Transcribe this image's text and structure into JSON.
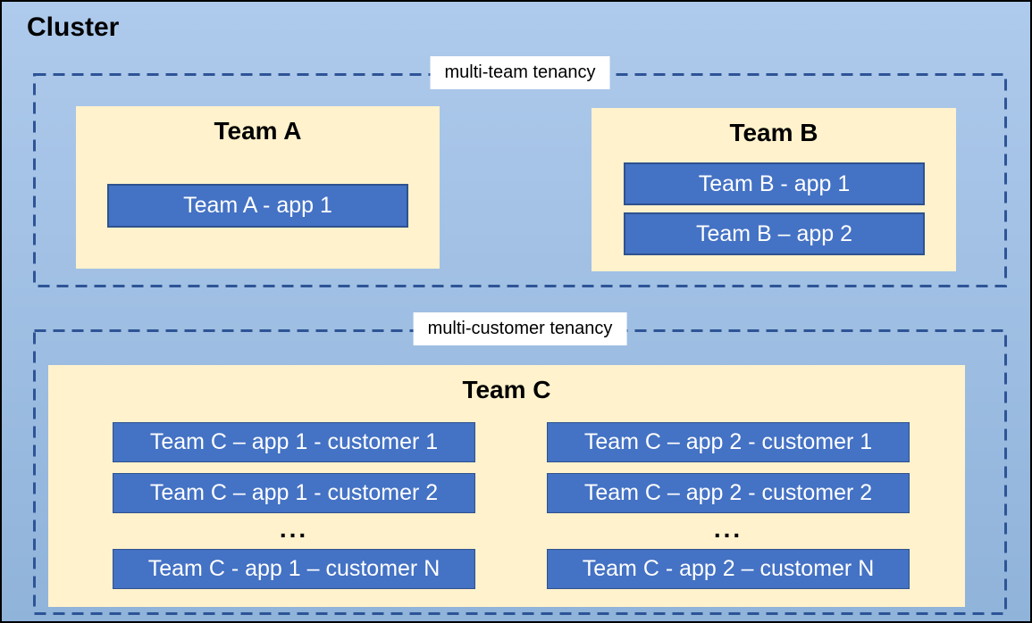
{
  "diagram_title": "Cluster",
  "colors": {
    "bg_top": "#aecaec",
    "bg_bottom": "#90b3da",
    "team_fill": "#fff2cc",
    "app_fill": "#4472c4",
    "app_border": "#2f528f",
    "dash": "#2e5496",
    "label_bg": "#ffffff",
    "text": "#000000",
    "app_text": "#ffffff"
  },
  "multi_team": {
    "label": "multi-team tenancy",
    "team_a": {
      "title": "Team A",
      "app1": "Team A - app 1"
    },
    "team_b": {
      "title": "Team B",
      "app1": "Team B - app 1",
      "app2": "Team B – app 2"
    }
  },
  "multi_customer": {
    "label": "multi-customer tenancy",
    "team_c": {
      "title": "Team C",
      "col1": {
        "row1": "Team C – app 1 - customer 1",
        "row2": "Team C – app 1 - customer 2",
        "dots": "...",
        "rowN": "Team C - app 1 – customer N"
      },
      "col2": {
        "row1": "Team C – app 2 - customer 1",
        "row2": "Team C – app 2 - customer 2",
        "dots": "...",
        "rowN": "Team C - app 2 – customer N"
      }
    }
  }
}
